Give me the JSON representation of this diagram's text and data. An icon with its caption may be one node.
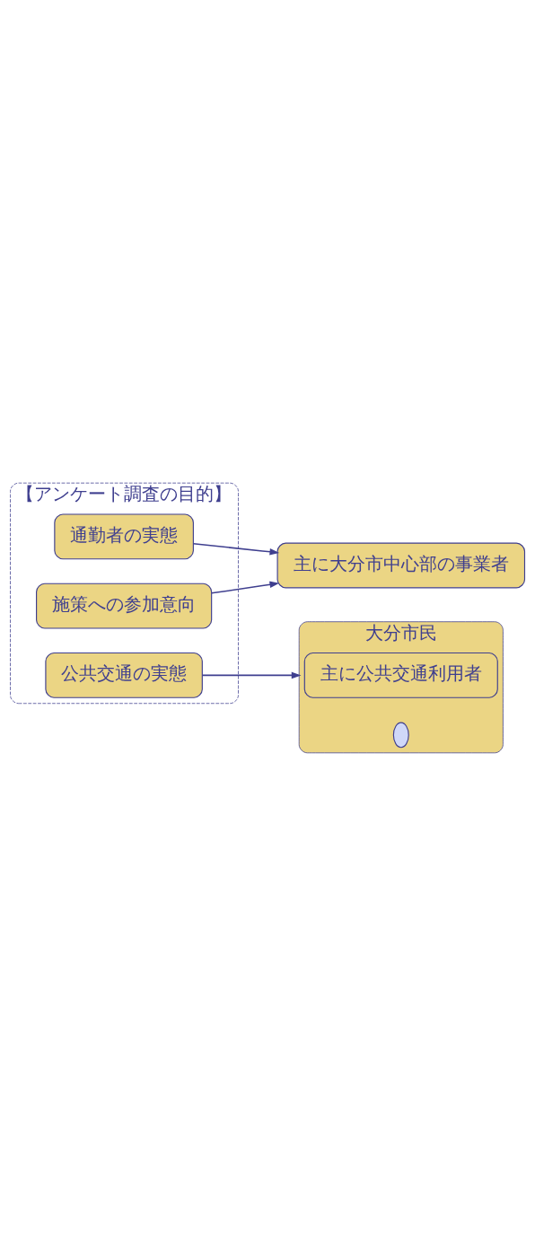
{
  "diagram": {
    "nodes": [
      {
        "text": [
          "【アンケート調査の目的】"
        ]
      },
      {
        "text": [
          "通勤者の実態"
        ],
        "in": 0
      },
      {
        "text": [
          "施策への参加意向"
        ],
        "in": 0
      },
      {
        "text": [
          "公共交通の実態"
        ],
        "in": 0
      },
      {
        "text": [
          "主に大分市中心部の事業者"
        ]
      },
      {
        "text": [
          "大分市民"
        ]
      },
      {
        "text": [
          "主に公共交通利用者"
        ],
        "in": 5
      },
      {
        "text": [],
        "shape": "ellipse",
        "in": 5
      }
    ],
    "edges": [
      {
        "from": 1,
        "to": 4,
        "arrow": "to"
      },
      {
        "from": 2,
        "to": 4,
        "arrow": "to"
      },
      {
        "from": 3,
        "to": 5,
        "arrow": "to"
      }
    ]
  }
}
